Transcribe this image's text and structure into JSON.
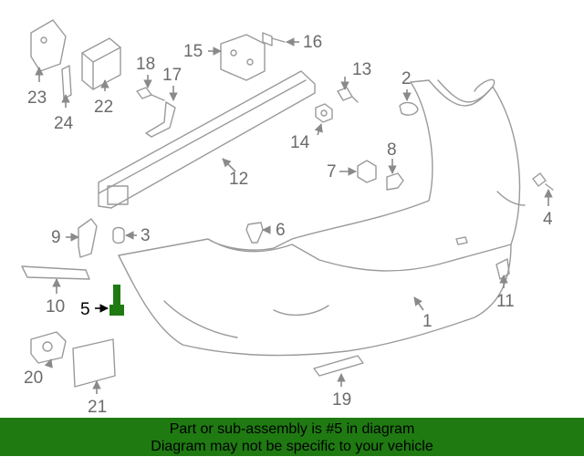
{
  "callouts": {
    "c1": "1",
    "c2": "2",
    "c3": "3",
    "c4": "4",
    "c5": "5",
    "c6": "6",
    "c7": "7",
    "c8": "8",
    "c9": "9",
    "c10": "10",
    "c11": "11",
    "c12": "12",
    "c13": "13",
    "c14": "14",
    "c15": "15",
    "c16": "16",
    "c17": "17",
    "c18": "18",
    "c19": "19",
    "c20": "20",
    "c21": "21",
    "c22": "22",
    "c23": "23",
    "c24": "24"
  },
  "highlight_color": "#1f7a12",
  "banner": {
    "line1": "Part or sub-assembly is #5 in diagram",
    "line2": "Diagram may not be specific to your vehicle"
  }
}
